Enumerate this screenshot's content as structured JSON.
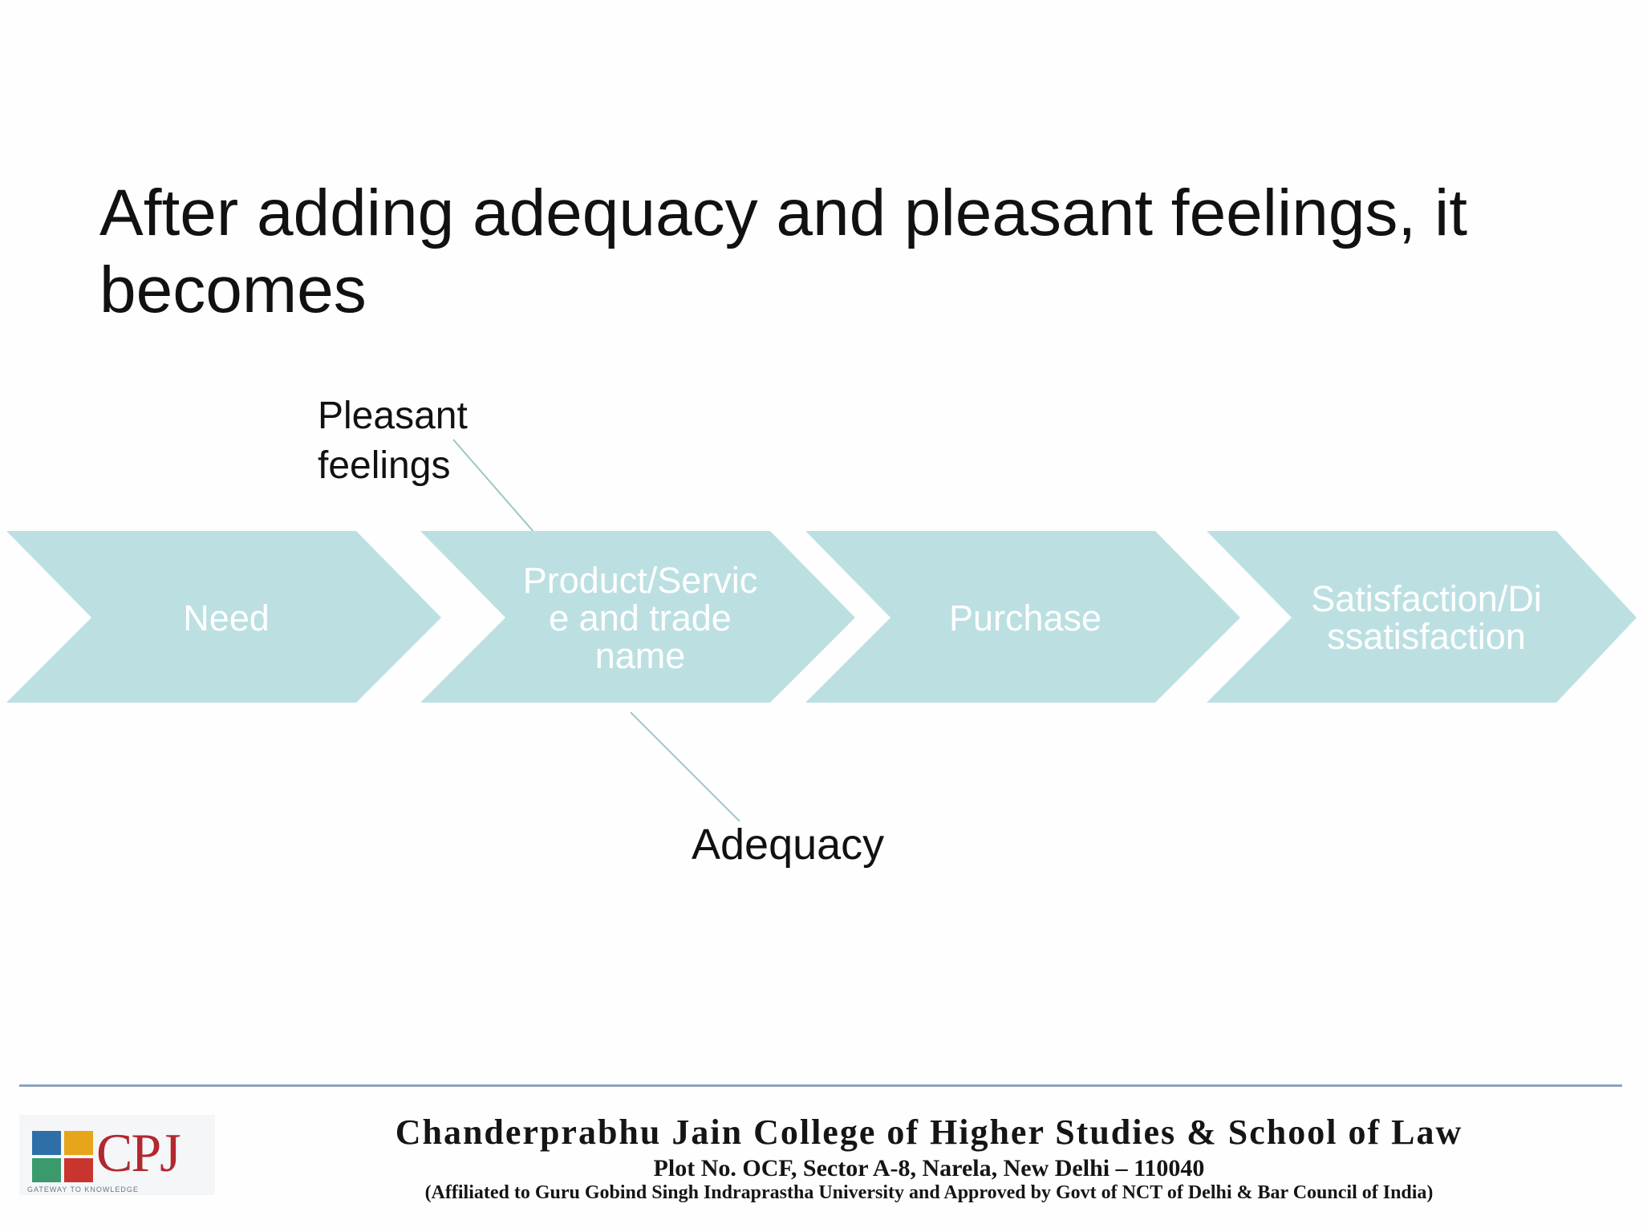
{
  "slide": {
    "title": "After adding adequacy and pleasant feelings, it becomes"
  },
  "diagram": {
    "steps": [
      {
        "label": "Need"
      },
      {
        "label": "Product/Servic\ne and  trade\nname"
      },
      {
        "label": "Purchase"
      },
      {
        "label": "Satisfaction/Di\nssatisfaction"
      }
    ],
    "callouts": {
      "top": "Pleasant\nfeelings",
      "bottom": "Adequacy"
    },
    "colors": {
      "chevron": "#bce0e2",
      "chevron_text": "#ffffff",
      "connector": "#9cc7c9"
    }
  },
  "footer": {
    "logo_text": "CPJ",
    "logo_tagline": "GATEWAY TO KNOWLEDGE",
    "college_name": "Chanderprabhu Jain College of Higher Studies & School of Law",
    "address": "Plot No. OCF, Sector A-8, Narela, New Delhi – 110040",
    "affiliation": "(Affiliated to Guru Gobind Singh Indraprastha University and Approved by Govt of NCT of Delhi & Bar Council of India)"
  }
}
